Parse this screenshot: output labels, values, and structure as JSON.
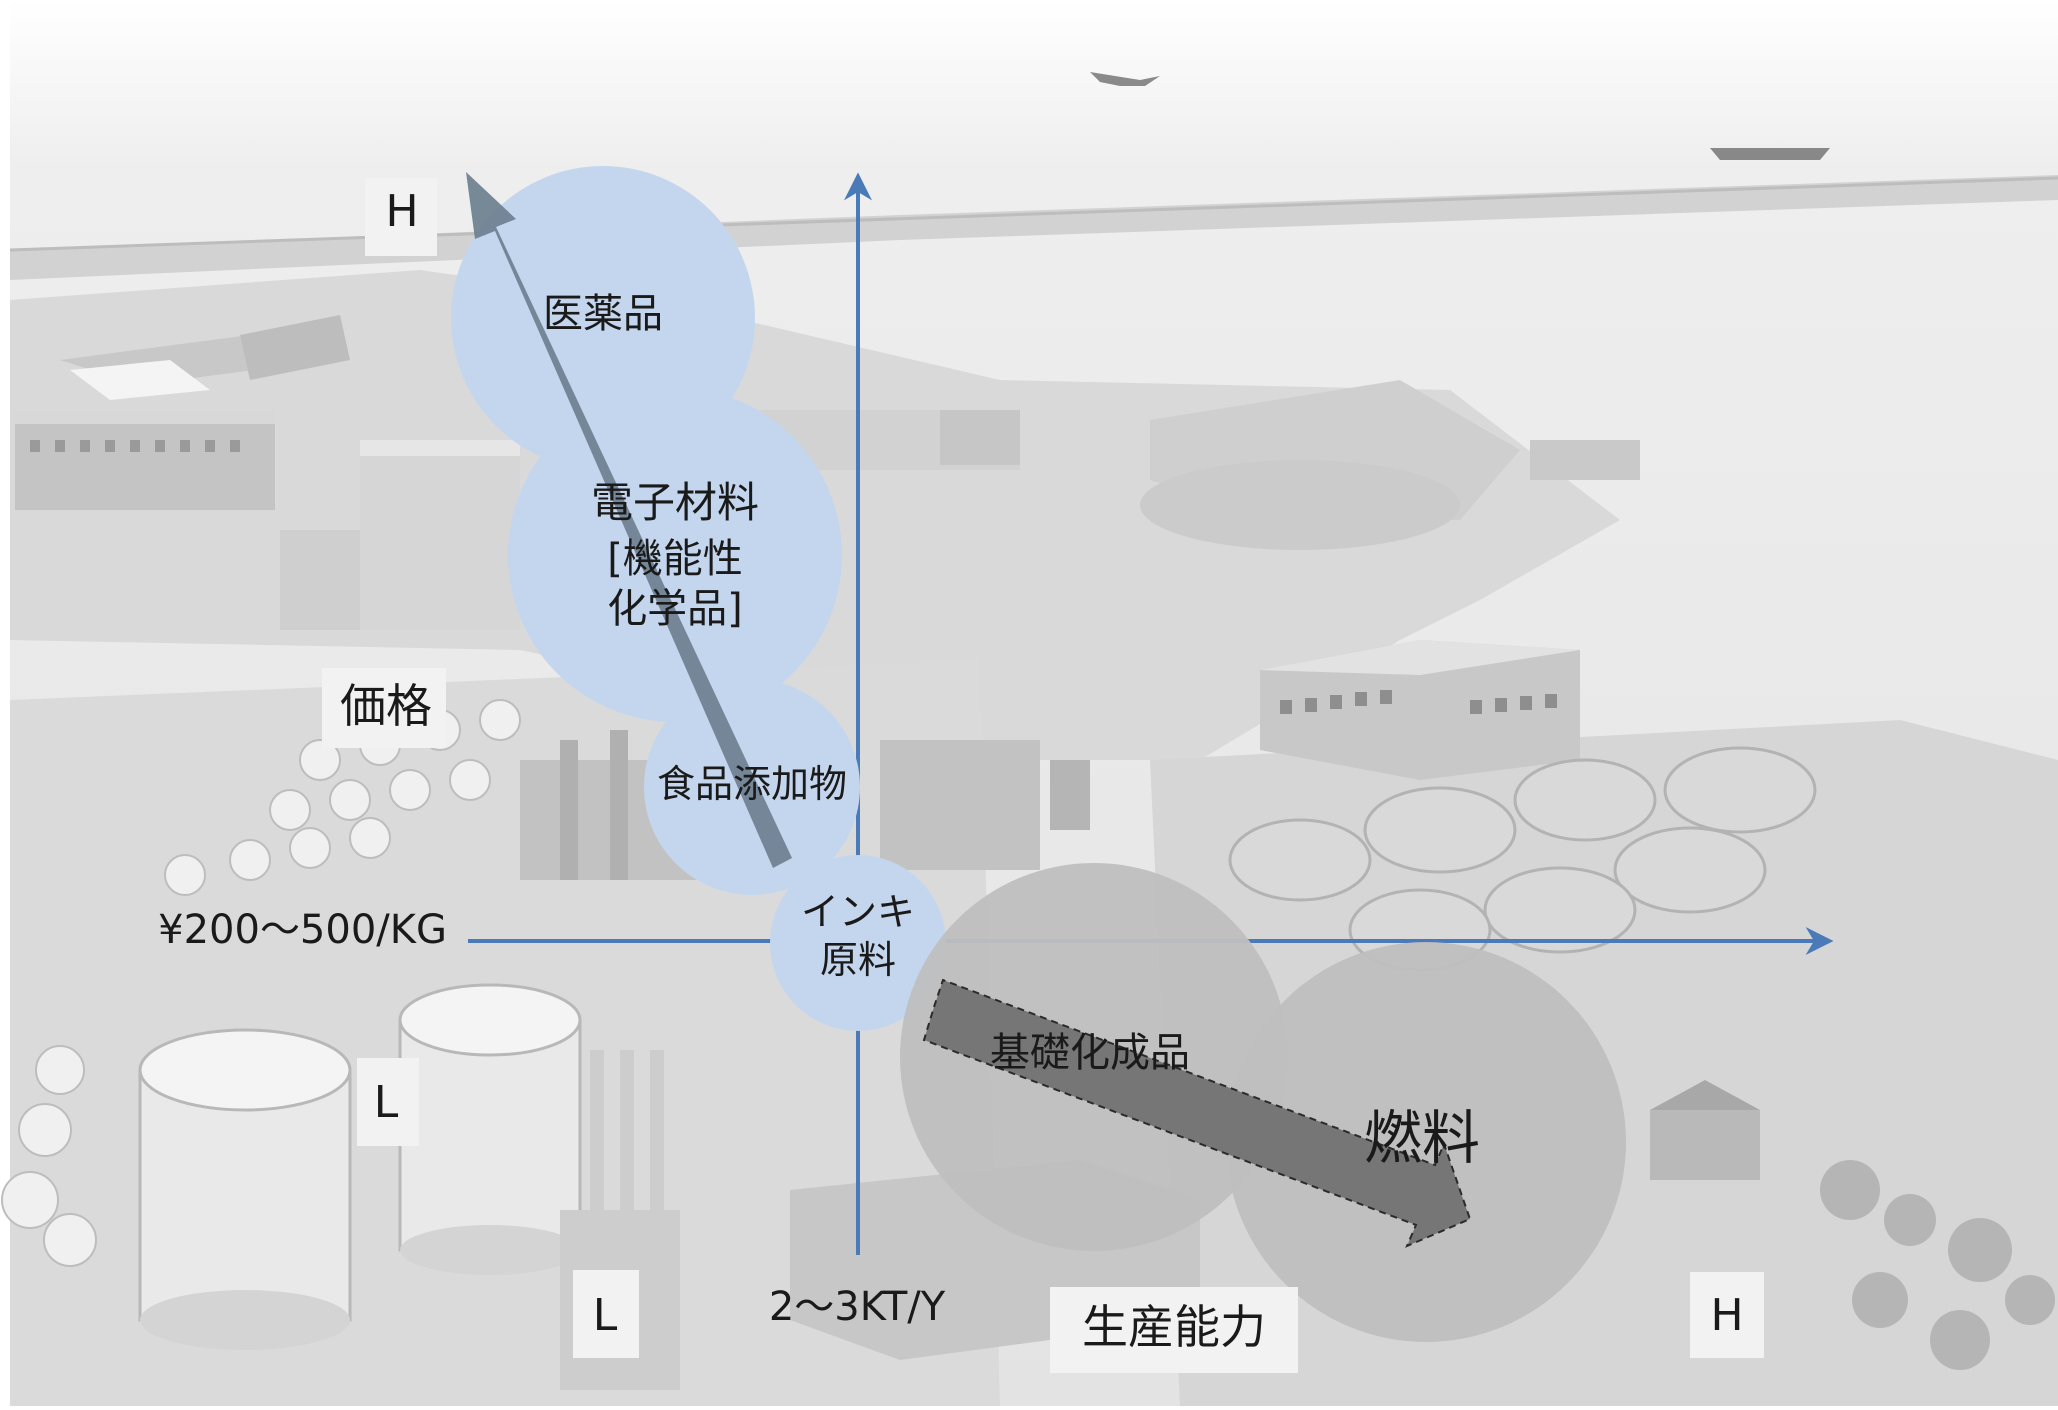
{
  "axes": {
    "vertical": {
      "high": "H",
      "low": "L",
      "title": "価格",
      "reference": "¥200～500/KG"
    },
    "horizontal": {
      "low": "L",
      "high": "H",
      "title": "生産能力",
      "reference": "2～3KT/Y"
    }
  },
  "upper_products": {
    "pharma": "医薬品",
    "electronic": {
      "line1": "電子材料",
      "line2": "[機能性",
      "line3": "化学品]"
    },
    "food": "食品添加物",
    "ink": {
      "line1": "インキ",
      "line2": "原料"
    }
  },
  "lower_products": {
    "basic": "基礎化成品",
    "fuel": "燃料"
  },
  "colors": {
    "axis": "#4a7ab8",
    "upper_circle": "#c4d6ee",
    "lower_circle": "#bfbfbf",
    "upper_arrow": "#6d7f8f",
    "lower_arrow": "#6e6e6e",
    "label_box": "#f2f2f2"
  }
}
